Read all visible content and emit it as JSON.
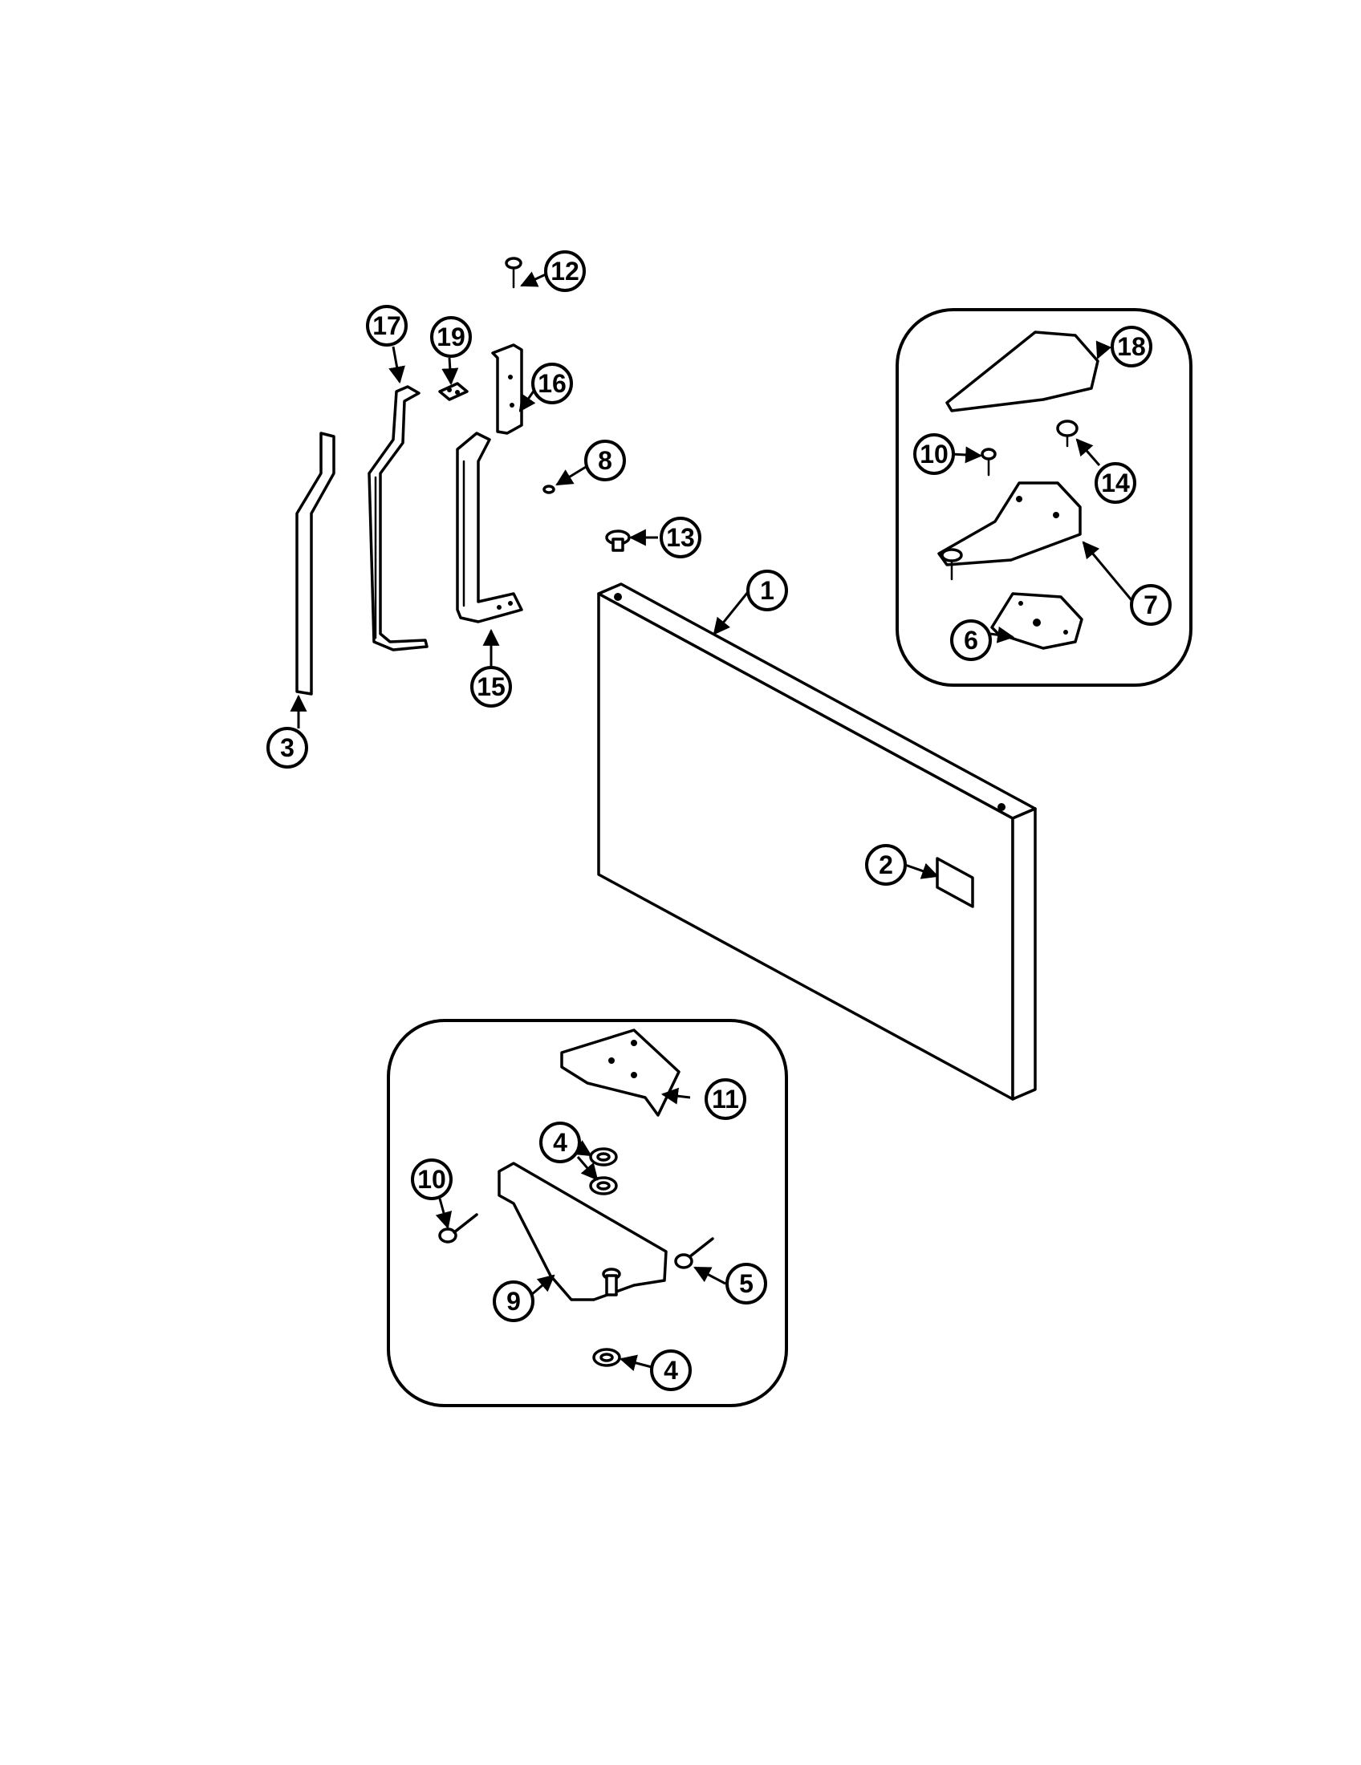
{
  "callouts": [
    {
      "id": "c1",
      "label": "1"
    },
    {
      "id": "c2",
      "label": "2"
    },
    {
      "id": "c3",
      "label": "3"
    },
    {
      "id": "c4a",
      "label": "4"
    },
    {
      "id": "c4b",
      "label": "4"
    },
    {
      "id": "c5",
      "label": "5"
    },
    {
      "id": "c6",
      "label": "6"
    },
    {
      "id": "c7",
      "label": "7"
    },
    {
      "id": "c8",
      "label": "8"
    },
    {
      "id": "c9",
      "label": "9"
    },
    {
      "id": "c10a",
      "label": "10"
    },
    {
      "id": "c10b",
      "label": "10"
    },
    {
      "id": "c11",
      "label": "11"
    },
    {
      "id": "c12",
      "label": "12"
    },
    {
      "id": "c13",
      "label": "13"
    },
    {
      "id": "c14",
      "label": "14"
    },
    {
      "id": "c15",
      "label": "15"
    },
    {
      "id": "c16",
      "label": "16"
    },
    {
      "id": "c17",
      "label": "17"
    },
    {
      "id": "c18",
      "label": "18"
    },
    {
      "id": "c19",
      "label": "19"
    }
  ]
}
